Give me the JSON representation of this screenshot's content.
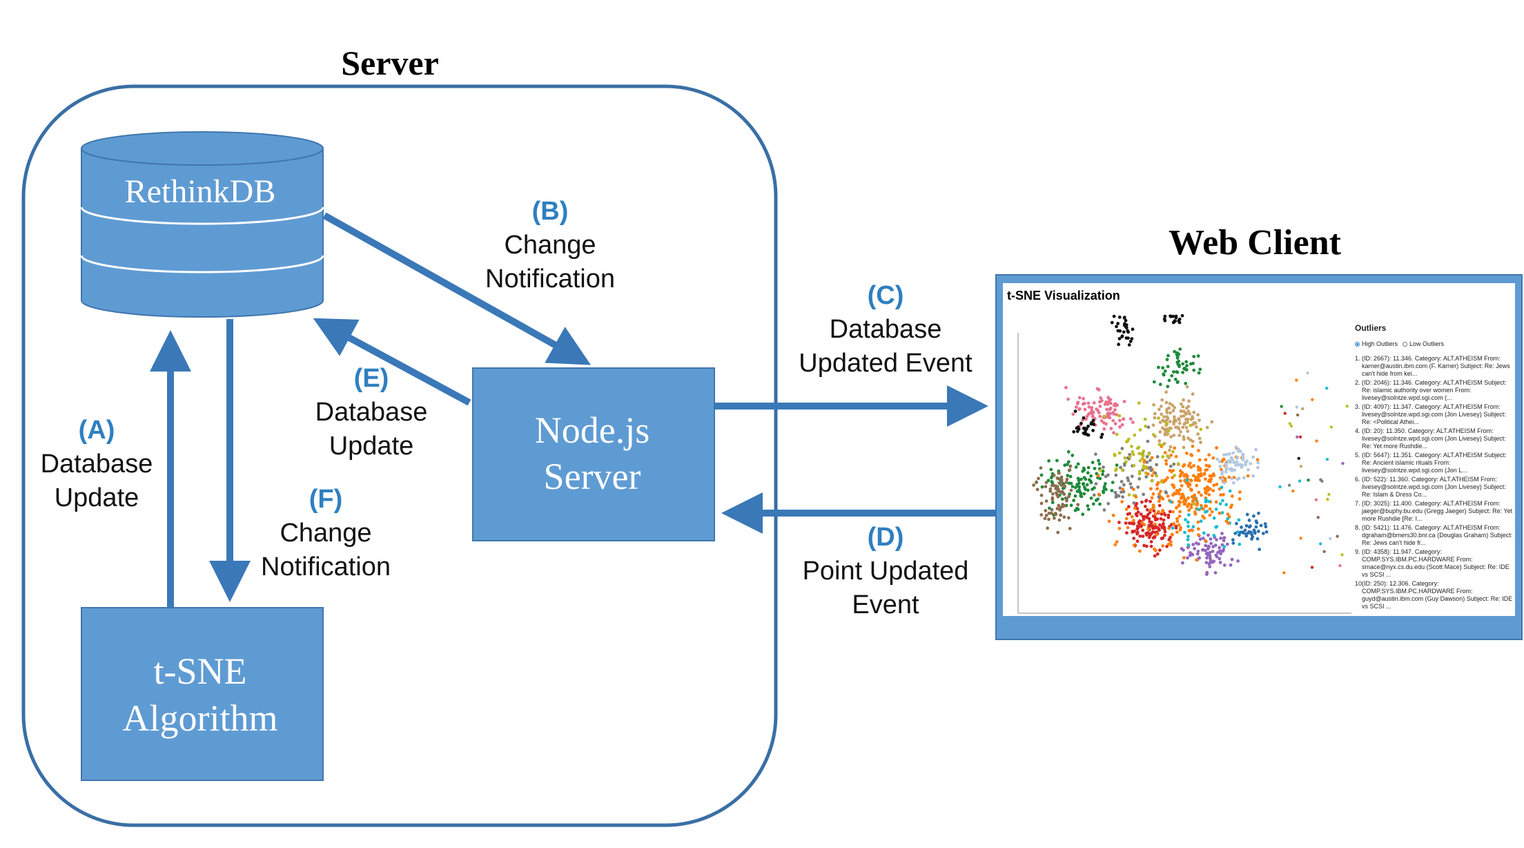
{
  "server": {
    "title": "Server",
    "db_label": "RethinkDB",
    "node_label_line1": "Node.js",
    "node_label_line2": "Server",
    "tsne_label_line1": "t-SNE",
    "tsne_label_line2": "Algorithm"
  },
  "client": {
    "title": "Web Client",
    "viz_title": "t-SNE Visualization",
    "outliers_title": "Outliers",
    "radio_high": "High Outliers",
    "radio_low": "Low Outliers",
    "outliers": [
      {
        "n": "1.",
        "text": "(ID: 2667): 11.346. Category: ALT.ATHEISM From: karner@austin.ibm.com (F. Karner) Subject: Re: Jews can't hide from kei..."
      },
      {
        "n": "2.",
        "text": "(ID: 2046): 11.346. Category: ALT.ATHEISM Subject: Re: islamic authority over women From: livesey@solntze.wpd.sgi.com (..."
      },
      {
        "n": "3.",
        "text": "(ID: 4097): 11.347. Category: ALT.ATHEISM From: livesey@solntze.wpd.sgi.com (Jon Livesey) Subject: Re: <Political Athei..."
      },
      {
        "n": "4.",
        "text": "(ID: 20): 11.350. Category: ALT.ATHEISM From: livesey@solntze.wpd.sgi.com (Jon Livesey) Subject: Re: Yet more Rushdie..."
      },
      {
        "n": "5.",
        "text": "(ID: 5647): 11.351. Category: ALT.ATHEISM Subject: Re: Ancient islamic rituals From: livesey@solntze.wpd.sgi.com (Jon L..."
      },
      {
        "n": "6.",
        "text": "(ID: 522): 11.360. Category: ALT.ATHEISM From: livesey@solntze.wpd.sgi.com (Jon Livesey) Subject: Re: Islam & Dress Co..."
      },
      {
        "n": "7.",
        "text": "(ID: 3025): 11.400. Category: ALT.ATHEISM From: jaeger@buphy.bu.edu (Gregg Jaeger) Subject: Re: Yet more Rushdie [Re: I..."
      },
      {
        "n": "8.",
        "text": "(ID: 5421): 11.476. Category: ALT.ATHEISM From: dgraham@bmers30.bnr.ca (Douglas Graham) Subject: Re: Jews can't hide fr..."
      },
      {
        "n": "9.",
        "text": "(ID: 4358): 11.947. Category: COMP.SYS.IBM.PC.HARDWARE From: smace@nyx.cs.du.edu (Scott Mace) Subject: Re: IDE vs SCSI ..."
      },
      {
        "n": "10.",
        "text": "(ID: 250): 12.306. Category: COMP.SYS.IBM.PC.HARDWARE From: guyd@austin.ibm.com (Guy Dawson) Subject: Re: IDE vs SCSI ..."
      }
    ]
  },
  "arrows": {
    "a_tag": "(A)",
    "a_line1": "Database",
    "a_line2": "Update",
    "b_tag": "(B)",
    "b_line1": "Change",
    "b_line2": "Notification",
    "c_tag": "(C)",
    "c_line1": "Database",
    "c_line2": "Updated Event",
    "d_tag": "(D)",
    "d_line1": "Point Updated",
    "d_line2": "Event",
    "e_tag": "(E)",
    "e_line1": "Database",
    "e_line2": "Update",
    "f_tag": "(F)",
    "f_line1": "Change",
    "f_line2": "Notification"
  },
  "colors": {
    "box_fill": "#5f9bd3",
    "box_stroke": "#3f76ad",
    "arrow": "#3a78b8",
    "container_stroke": "#3a6fa5",
    "tag": "#2f7fc0",
    "cluster_palette": [
      "#e8728f",
      "#1f8a3a",
      "#d62728",
      "#ff7f0e",
      "#8c6d4f",
      "#9467bd",
      "#c9a36a",
      "#7f7f7f",
      "#17becf",
      "#2a6fb0",
      "#111111",
      "#b2c8e0",
      "#bcbd22"
    ]
  }
}
